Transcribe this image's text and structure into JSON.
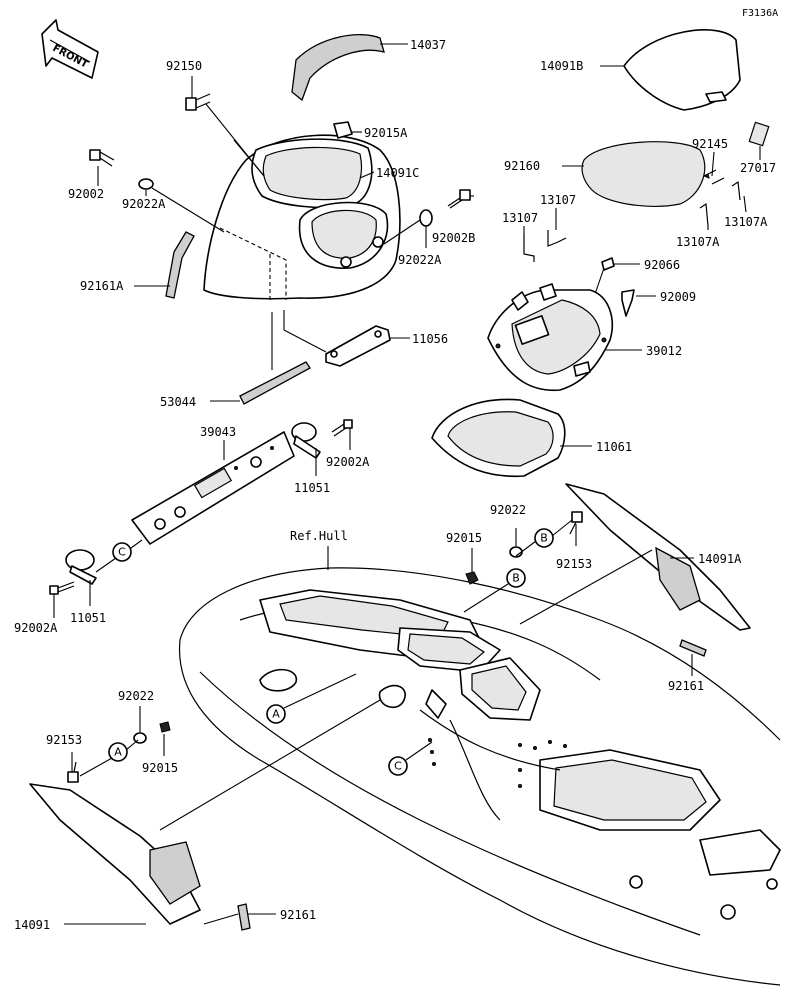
{
  "diagram": {
    "ref_code": "F3136A",
    "front_badge": "FRONT",
    "hull_ref": "Ref.Hull",
    "callouts": {
      "a": "A",
      "b": "B",
      "c": "C"
    },
    "part_numbers": {
      "p14037": "14037",
      "p14091b": "14091B",
      "p92150": "92150",
      "p92015a": "92015A",
      "p14091c": "14091C",
      "p92002_left": "92002",
      "p92022a_left": "92022A",
      "p92161a": "92161A",
      "p92002b": "92002B",
      "p92022a_right": "92022A",
      "p11056": "11056",
      "p53044": "53044",
      "p39043": "39043",
      "p11051_top": "11051",
      "p92002a_top": "92002A",
      "p11051_bottom": "11051",
      "p92002a_bottom": "92002A",
      "p92145": "92145",
      "p92160": "92160",
      "p27017": "27017",
      "p13107_top": "13107",
      "p13107_left": "13107",
      "p13107a_right": "13107A",
      "p13107a_bottom": "13107A",
      "p92066": "92066",
      "p92009": "92009",
      "p39012": "39012",
      "p11061": "11061",
      "p92015_mid": "92015",
      "p92022_mid": "92022",
      "p92153_right": "92153",
      "p14091a": "14091A",
      "p92161_right": "92161",
      "p92022_left": "92022",
      "p92153_left": "92153",
      "p92015_left": "92015",
      "p14091": "14091",
      "p92161_bottom": "92161"
    }
  }
}
